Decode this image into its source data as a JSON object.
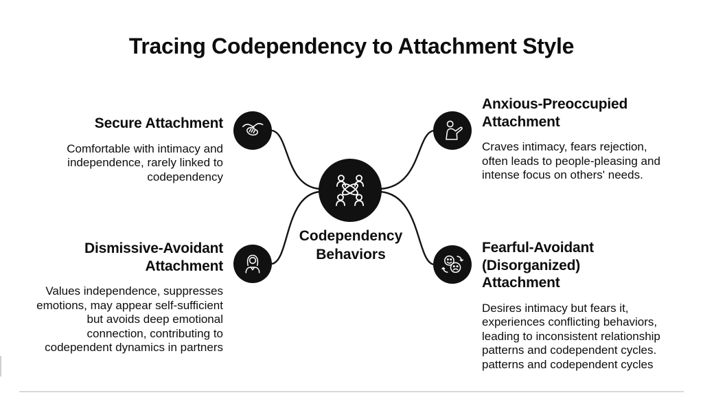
{
  "title": "Tracing Codependency to Attachment Style",
  "center": {
    "icon": "interconnected-people-icon",
    "label": "Codependency\nBehaviors"
  },
  "nodes": [
    {
      "id": "secure",
      "heading": "Secure Attachment",
      "description": "Comfortable with intimacy and\nindependence, rarely linked to\ncodependency",
      "icon": "holding-hands-icon"
    },
    {
      "id": "anxious",
      "heading": "Anxious-Preoccupied\nAttachment",
      "description": "Craves intimacy, fears rejection,\noften leads to people-pleasing and\nintense focus on others' needs.",
      "icon": "person-reaching-out-icon"
    },
    {
      "id": "dismissive",
      "heading": "Dismissive-Avoidant\nAttachment",
      "description": "Values independence, suppresses\nemotions, may appear self-sufficient\nbut avoids deep emotional\nconnection, contributing to\ncodependent dynamics in partners",
      "icon": "woman-bust-icon"
    },
    {
      "id": "fearful",
      "heading": "Fearful-Avoidant\n(Disorganized)\nAttachment",
      "description": "Desires intimacy but fears it,\nexperiences conflicting behaviors,\nleading to inconsistent relationship\npatterns and codependent cycles.\npatterns and codependent cycles",
      "icon": "happy-sad-faces-cycle-icon"
    }
  ],
  "colors": {
    "background": "#ffffff",
    "text": "#0d0d0d",
    "node_fill": "#111111",
    "icon_stroke": "#ffffff",
    "connector": "#141414"
  }
}
